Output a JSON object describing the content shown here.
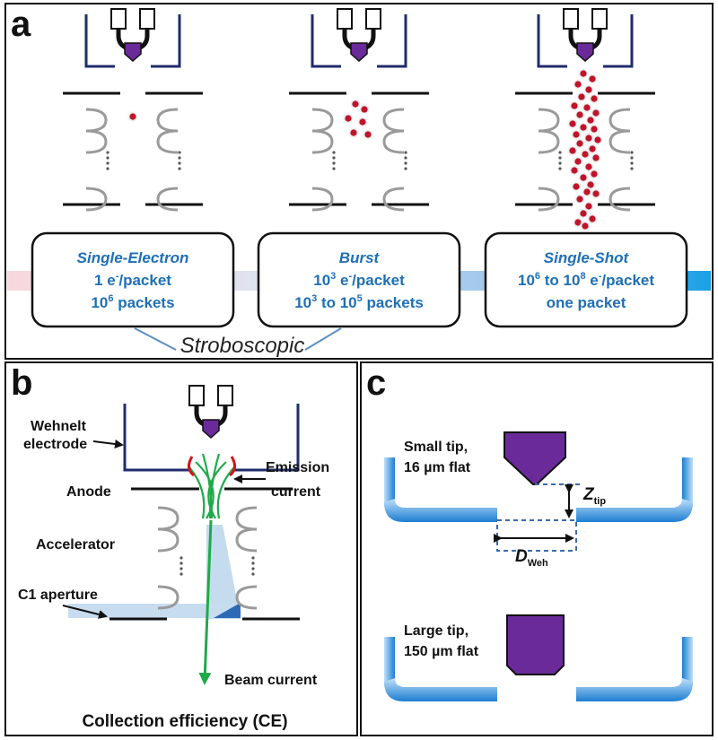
{
  "panels": {
    "a": {
      "letter": "a",
      "modes": [
        {
          "title": "Single-Electron",
          "line1_pre": "1 e",
          "line1_sup": "-",
          "line1_post": "/packet",
          "line2_pre": "10",
          "line2_sup": "6",
          "line2_post": " packets"
        },
        {
          "title": "Burst",
          "line1_pre": "10",
          "line1_sup": "3",
          "line1_post": " e",
          "line1_sup2": "-",
          "line1_post2": "/packet",
          "line2_pre": "10",
          "line2_sup": "3",
          "line2_mid": " to 10",
          "line2_sup2": "5",
          "line2_post": " packets"
        },
        {
          "title": "Single-Shot",
          "line1_pre": "10",
          "line1_sup": "6",
          "line1_mid": " to 10",
          "line1_sup2": "8",
          "line1_post": " e",
          "line1_sup3": "-",
          "line1_post2": "/packet",
          "line2": "one packet"
        }
      ],
      "stroboscopic": "Stroboscopic"
    },
    "b": {
      "letter": "b",
      "wehnelt_line1": "Wehnelt",
      "wehnelt_line2": "electrode",
      "anode": "Anode",
      "accelerator": "Accelerator",
      "c1": "C1 aperture",
      "emission_line1": "Emission",
      "emission_line2": "current",
      "beam_current": "Beam current",
      "collection_efficiency": "Collection efficiency (CE)"
    },
    "c": {
      "letter": "c",
      "small_line1": "Small tip,",
      "small_line2": "16 µm flat",
      "large_line1": "Large tip,",
      "large_line2": "150 µm flat",
      "ztip_main": "Z",
      "ztip_sub": "tip",
      "dweh_main": "D",
      "dweh_sub": "Weh"
    }
  },
  "colors": {
    "blue_text": "#1f6fb5",
    "navy": "#1f2d6b",
    "purple": "#6a2a9a",
    "electron_red": "#c0142a",
    "green_beam": "#1faa4a",
    "wehnelt_blue": "#2a86d4"
  },
  "icons": [
    "tip-holder-icon",
    "electron-icon",
    "accelerator-coil-icon",
    "arrow-icon"
  ]
}
